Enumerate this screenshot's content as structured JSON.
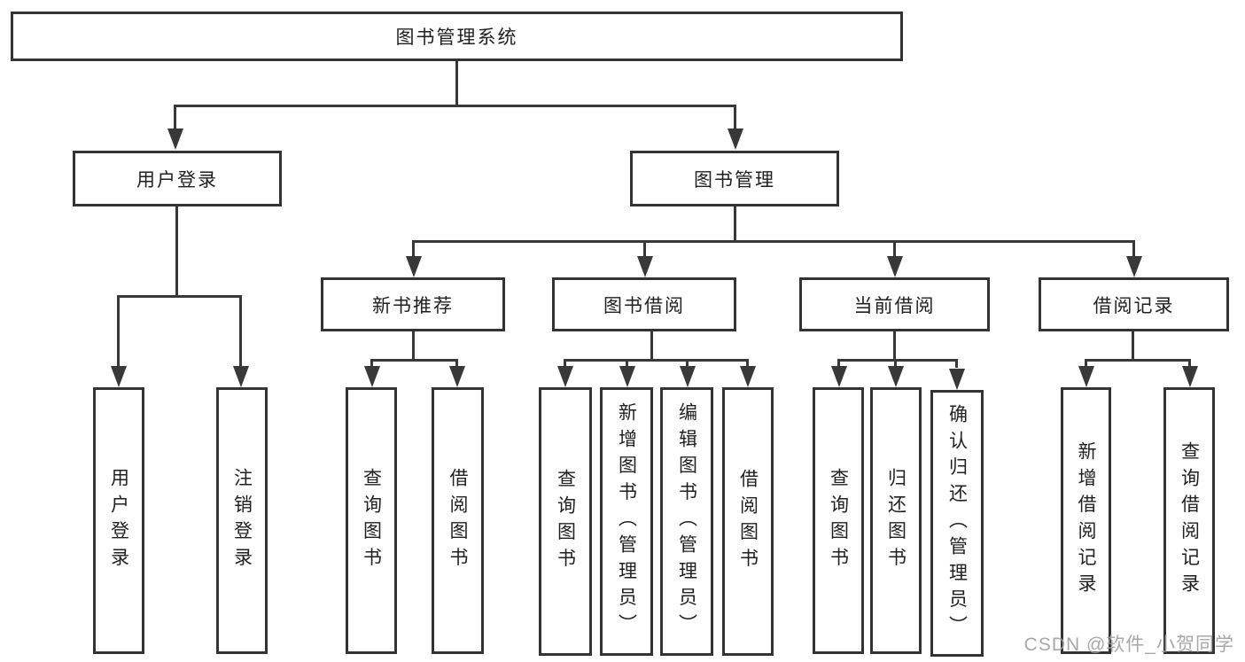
{
  "diagram": {
    "root": {
      "label": "图书管理系统"
    },
    "branches": [
      {
        "label": "用户登录",
        "children": [
          {
            "label": "用户登录"
          },
          {
            "label": "注销登录"
          }
        ]
      },
      {
        "label": "图书管理",
        "children": [
          {
            "label": "新书推荐",
            "children": [
              {
                "label": "查询图书"
              },
              {
                "label": "借阅图书"
              }
            ]
          },
          {
            "label": "图书借阅",
            "children": [
              {
                "label": "查询图书"
              },
              {
                "label": "新增图书（管理员）"
              },
              {
                "label": "编辑图书（管理员）"
              },
              {
                "label": "借阅图书"
              }
            ]
          },
          {
            "label": "当前借阅",
            "children": [
              {
                "label": "查询图书"
              },
              {
                "label": "归还图书"
              },
              {
                "label": "确认归还（管理员）"
              }
            ]
          },
          {
            "label": "借阅记录",
            "children": [
              {
                "label": "新增借阅记录"
              },
              {
                "label": "查询借阅记录"
              }
            ]
          }
        ]
      }
    ]
  },
  "watermark": {
    "text": "CSDN @软件_小贺同学"
  },
  "colors": {
    "line": "#383838",
    "border": "#333333",
    "text": "#1f1f1f",
    "background": "#ffffff",
    "watermark": "#9e9e9e"
  }
}
